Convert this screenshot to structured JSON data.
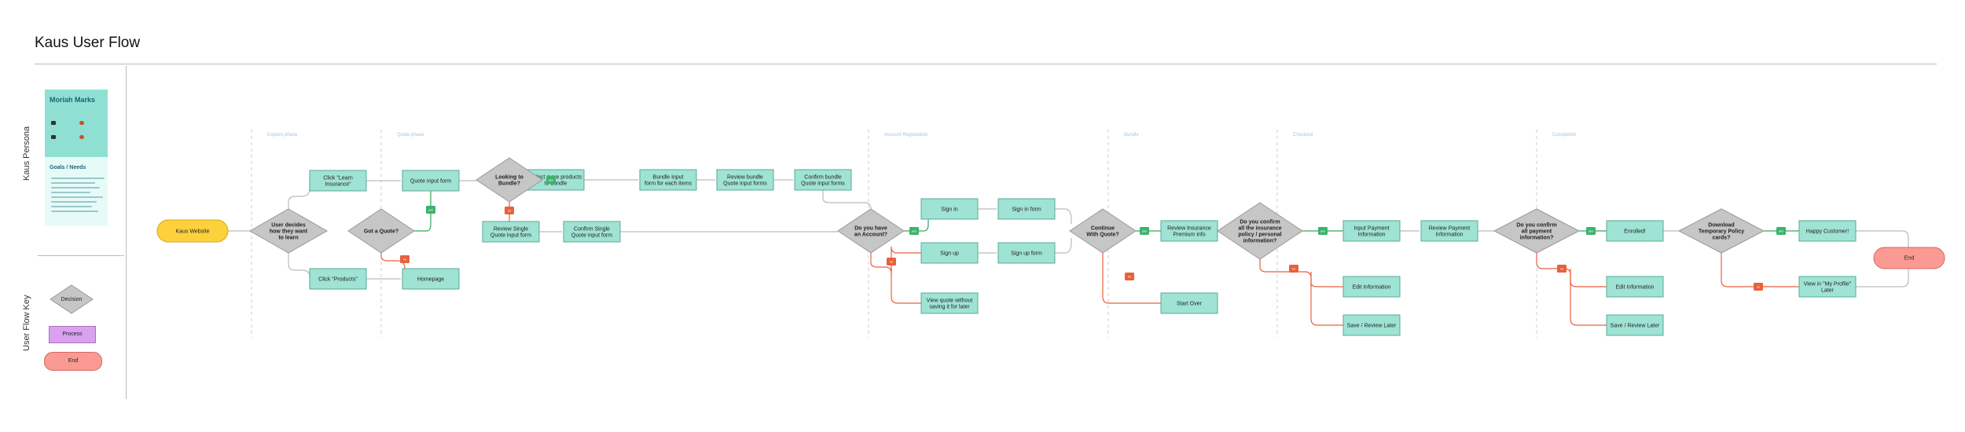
{
  "title": "Kaus User Flow",
  "side_labels": {
    "persona": "Kaus Persona",
    "key": "User Flow Key"
  },
  "persona": {
    "name": "Moriah Marks",
    "goals_title": "Goals / Needs"
  },
  "key": {
    "decision": "Decision",
    "process": "Process",
    "end": "End"
  },
  "lanes": [
    "Explore phase",
    "Quote phase",
    "Account Registration",
    "Bundle",
    "Checkout",
    "Completion"
  ],
  "badges": {
    "yes": "yes",
    "no": "no"
  },
  "nodes": {
    "start": "Kaus Website",
    "learn": [
      "Click \"Learn",
      "Insurance\""
    ],
    "products": [
      "Click \"Products\""
    ],
    "decides": [
      "User decides",
      "how they want",
      "to learn"
    ],
    "got_quote": [
      "Got a Quote?"
    ],
    "quote_form": [
      "Quote input form"
    ],
    "homepage": [
      "Homepage"
    ],
    "looking_bundle": [
      "Looking to",
      "Bundle?"
    ],
    "select_more": [
      "Select more products",
      "to bundle"
    ],
    "bundle_input": [
      "Bundle input",
      "form for each items"
    ],
    "review_bundle": [
      "Review bundle",
      "Quote input forms"
    ],
    "confirm_bundle": [
      "Confirm bundle",
      "Quote input forms"
    ],
    "review_single": [
      "Review Single",
      "Quote input form"
    ],
    "confirm_single": [
      "Confirm Single",
      "Quote input form"
    ],
    "have_account": [
      "Do you have",
      "an Account?"
    ],
    "sign_in": [
      "Sign in"
    ],
    "sign_in_form": [
      "Sign in form"
    ],
    "sign_up": [
      "Sign up"
    ],
    "sign_up_form": [
      "Sign up form"
    ],
    "view_quote": [
      "View quote without",
      "saving it for later"
    ],
    "continue_quote": [
      "Continue",
      "With Quote?"
    ],
    "review_insurance": [
      "Review Insurance",
      "Premium info"
    ],
    "start_over": [
      "Start Over"
    ],
    "confirm_policy": [
      "Do you confirm",
      "all the insurance",
      "policy / personal",
      "information?"
    ],
    "input_payment": [
      "Input Payment",
      "Information"
    ],
    "review_payment": [
      "Review Payment",
      "Information"
    ],
    "edit_info_1": [
      "Edit Information"
    ],
    "save_later_1": [
      "Save / Review Later"
    ],
    "confirm_payment": [
      "Do you confirm",
      "all payment",
      "information?"
    ],
    "enrolled": [
      "Enrolled!"
    ],
    "edit_info_2": [
      "Edit Information"
    ],
    "save_later_2": [
      "Save / Review Later"
    ],
    "download_cards": [
      "Download",
      "Temporary Policy",
      "cards?"
    ],
    "happy": [
      "Happy Customer!"
    ],
    "view_profile": [
      "View in \"My Profile\"",
      "Later"
    ],
    "end": "End"
  }
}
